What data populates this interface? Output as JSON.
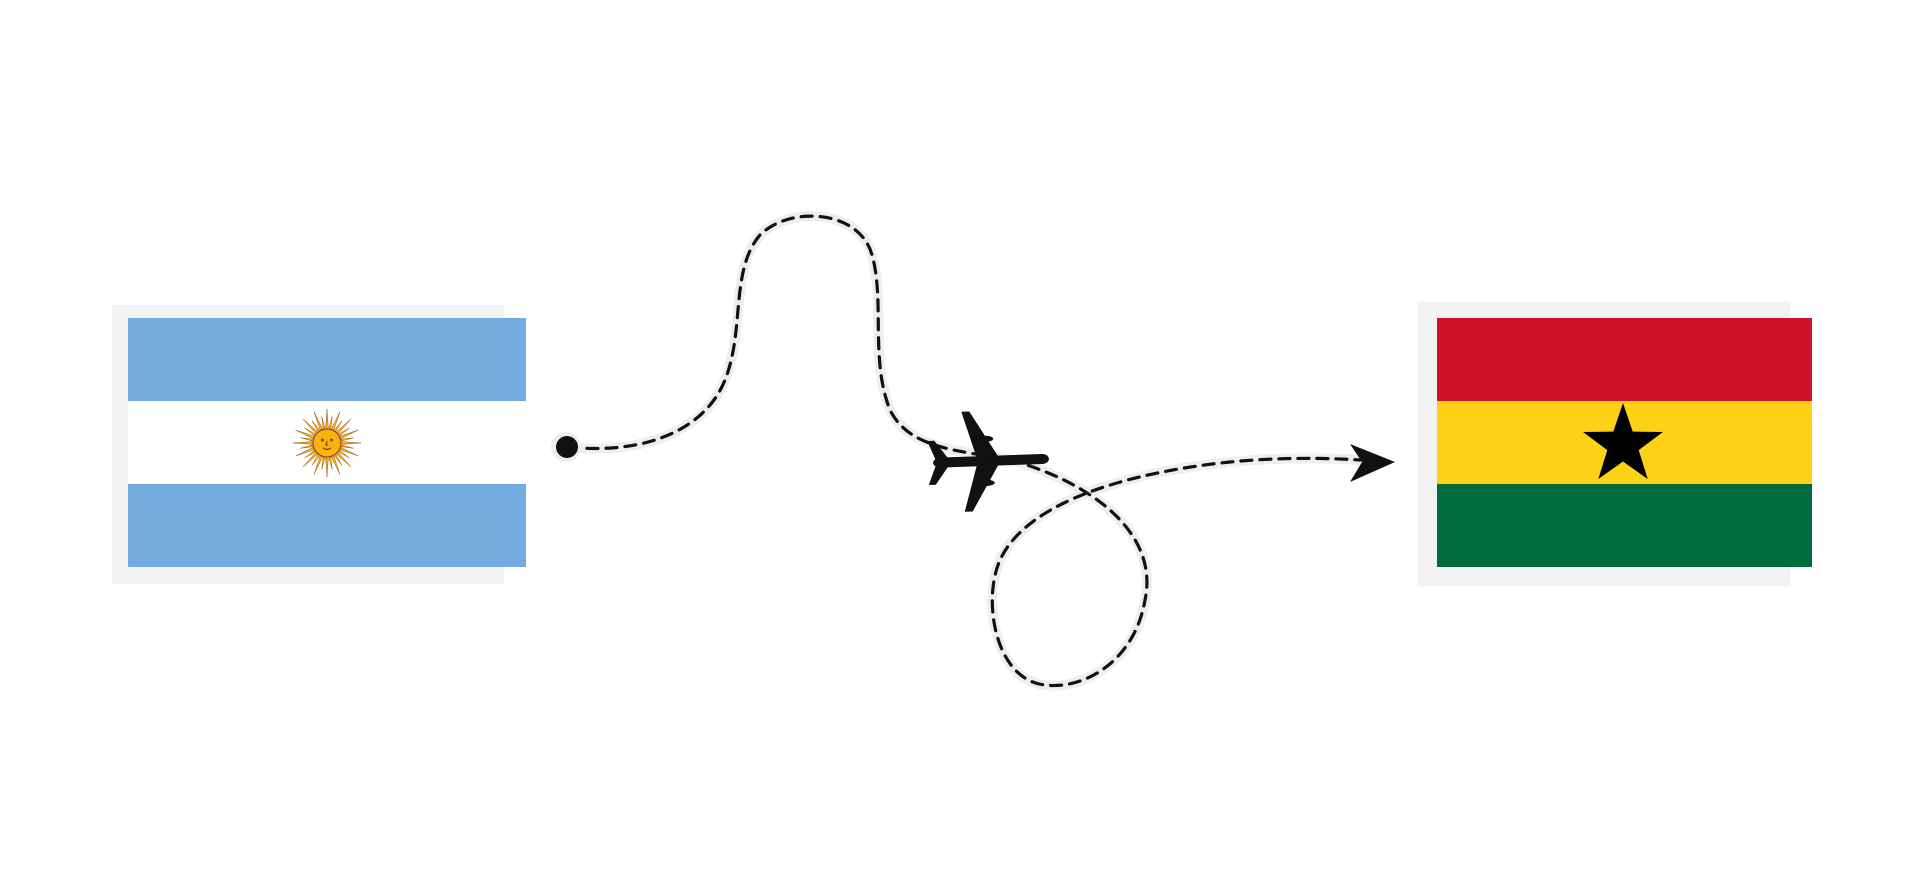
{
  "origin": {
    "country": "Argentina",
    "flag_colors": {
      "sky_blue": "#74ACDF",
      "white": "#FFFFFF",
      "sun_gold": "#F6B40E",
      "sun_brown": "#85340A"
    }
  },
  "destination": {
    "country": "Ghana",
    "flag_colors": {
      "red": "#CE1126",
      "gold": "#FCD116",
      "green": "#006B3F",
      "star": "#000000"
    }
  },
  "route": {
    "line_color": "#111111",
    "halo_color": "#EEEEEE",
    "start_marker": "dot",
    "end_marker": "arrowhead",
    "vehicle_icon": "airplane-icon"
  },
  "flag_shadow_color": "#F3F3F3"
}
